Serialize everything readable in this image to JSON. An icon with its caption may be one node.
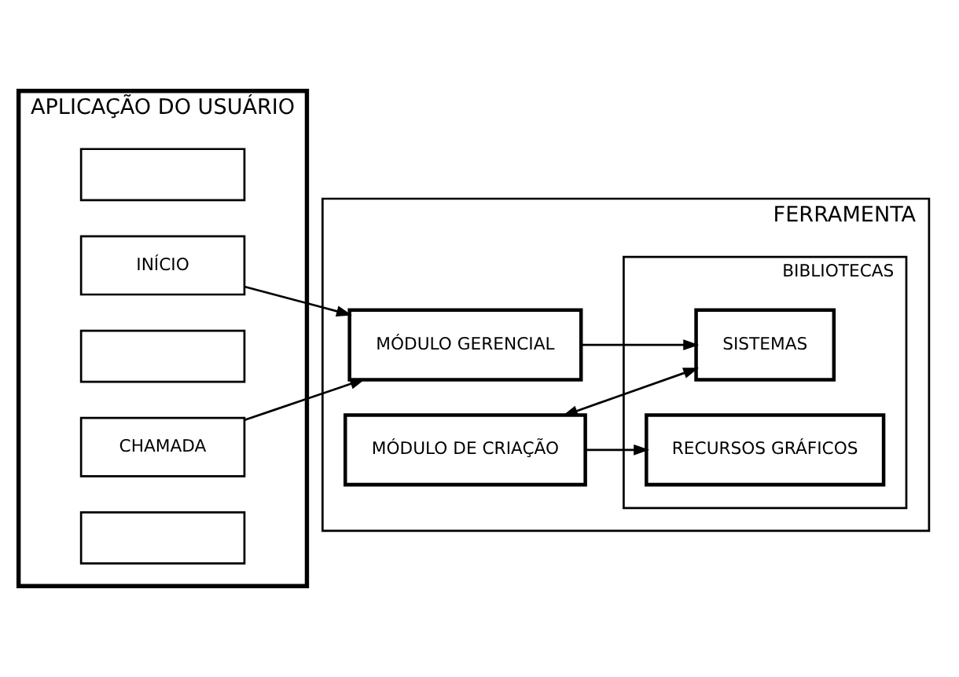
{
  "diagram": {
    "nodes": [
      {
        "text": [
          "APLICAÇÃO DO USUÁRIO"
        ]
      },
      {
        "text": [],
        "shape": "box",
        "in": 0
      },
      {
        "text": [
          "INÍCIO"
        ],
        "in": 0
      },
      {
        "text": [],
        "shape": "box",
        "in": 0
      },
      {
        "text": [
          "CHAMADA"
        ],
        "in": 0
      },
      {
        "text": [],
        "shape": "box",
        "in": 0
      },
      {
        "text": [
          "FERRAMENTA"
        ]
      },
      {
        "text": [
          "MÓDULO GERENCIAL"
        ],
        "in": 6
      },
      {
        "text": [
          "MÓDULO DE CRIAÇÃO"
        ],
        "in": 6
      },
      {
        "text": [
          "BIBLIOTECAS"
        ],
        "in": 6
      },
      {
        "text": [
          "SISTEMAS"
        ],
        "in": 9
      },
      {
        "text": [
          "RECURSOS GRÁFICOS"
        ],
        "in": 9
      }
    ],
    "edges": [
      {
        "from": 2,
        "to": 7,
        "arrow": "to"
      },
      {
        "from": 4,
        "to": 7,
        "arrow": "to"
      },
      {
        "from": 7,
        "to": 10,
        "arrow": "to"
      },
      {
        "from": 8,
        "to": 10,
        "arrow": "both"
      },
      {
        "from": 8,
        "to": 11,
        "arrow": "to"
      }
    ]
  }
}
